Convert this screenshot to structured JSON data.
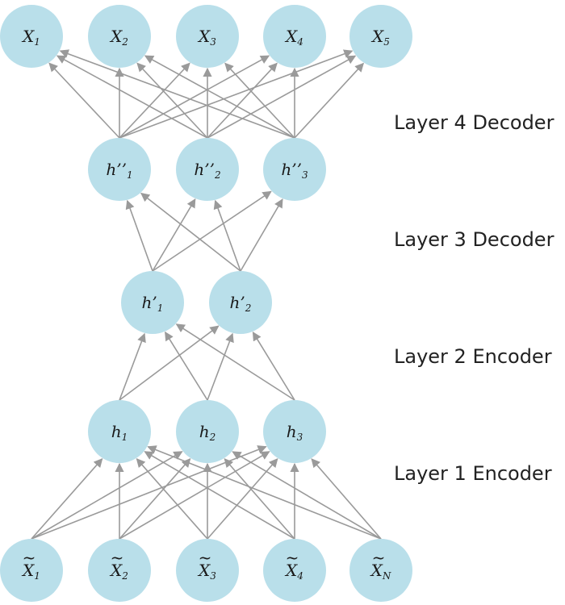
{
  "colors": {
    "node_fill": "#b9dfea",
    "edge": "#9a9a9a",
    "text": "#1a1a1a"
  },
  "layers": [
    {
      "id": "output",
      "nodes": [
        {
          "id": "x1",
          "base": "X",
          "sub": "1"
        },
        {
          "id": "x2",
          "base": "X",
          "sub": "2"
        },
        {
          "id": "x3",
          "base": "X",
          "sub": "3"
        },
        {
          "id": "x4",
          "base": "X",
          "sub": "4"
        },
        {
          "id": "x5",
          "base": "X",
          "sub": "5"
        }
      ]
    },
    {
      "id": "hidden3",
      "nodes": [
        {
          "id": "hpp1",
          "base": "h’’",
          "sub": "1"
        },
        {
          "id": "hpp2",
          "base": "h’’",
          "sub": "2"
        },
        {
          "id": "hpp3",
          "base": "h’’",
          "sub": "3"
        }
      ]
    },
    {
      "id": "hidden2",
      "nodes": [
        {
          "id": "hp1",
          "base": "h’",
          "sub": "1"
        },
        {
          "id": "hp2",
          "base": "h’",
          "sub": "2"
        }
      ]
    },
    {
      "id": "hidden1",
      "nodes": [
        {
          "id": "h1",
          "base": "h",
          "sub": "1"
        },
        {
          "id": "h2",
          "base": "h",
          "sub": "2"
        },
        {
          "id": "h3",
          "base": "h",
          "sub": "3"
        }
      ]
    },
    {
      "id": "input",
      "nodes": [
        {
          "id": "xt1",
          "base": "X",
          "tilde": true,
          "sub": "1"
        },
        {
          "id": "xt2",
          "base": "X",
          "tilde": true,
          "sub": "2"
        },
        {
          "id": "xt3",
          "base": "X",
          "tilde": true,
          "sub": "3"
        },
        {
          "id": "xt4",
          "base": "X",
          "tilde": true,
          "sub": "4"
        },
        {
          "id": "xtN",
          "base": "X",
          "tilde": true,
          "sub": "N"
        }
      ]
    }
  ],
  "connections": [
    {
      "from": "input",
      "to": "hidden1"
    },
    {
      "from": "hidden1",
      "to": "hidden2"
    },
    {
      "from": "hidden2",
      "to": "hidden3"
    },
    {
      "from": "hidden3",
      "to": "output"
    }
  ],
  "layer_labels": [
    {
      "id": "layer-4-decoder",
      "text": "Layer 4 Decoder"
    },
    {
      "id": "layer-3-decoder",
      "text": "Layer 3 Decoder"
    },
    {
      "id": "layer-2-encoder",
      "text": "Layer 2 Encoder"
    },
    {
      "id": "layer-1-encoder",
      "text": "Layer 1 Encoder"
    }
  ]
}
